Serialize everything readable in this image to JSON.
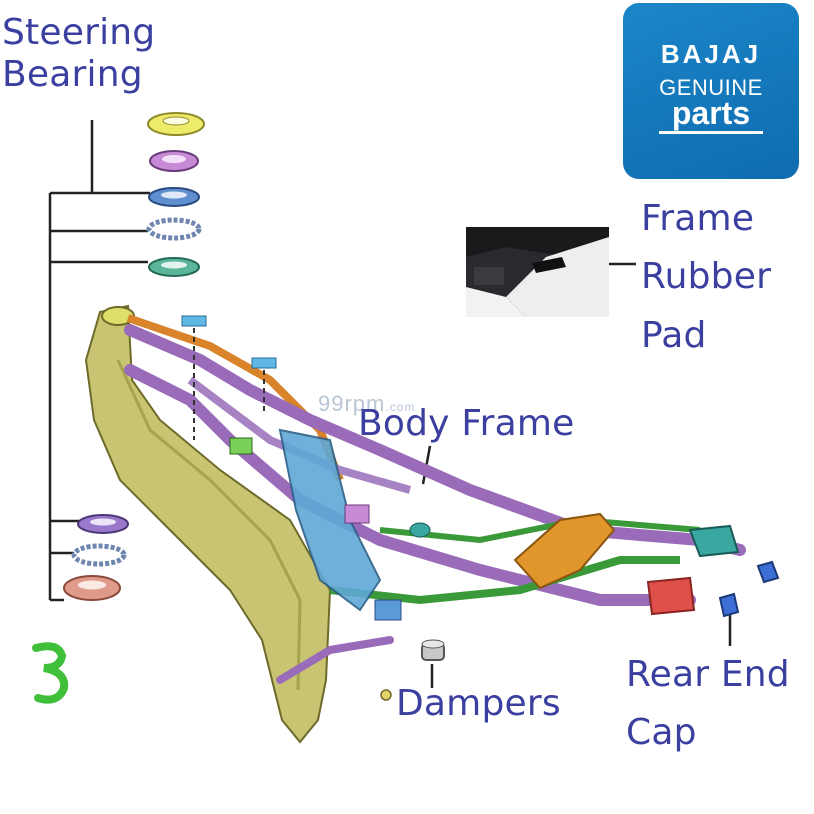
{
  "labels": {
    "steering_line1": "Steering",
    "steering_line2": "Bearing",
    "frame_pad_line1": "Frame",
    "frame_pad_line2": "Rubber",
    "frame_pad_line3": "Pad",
    "body_frame": "Body Frame",
    "dampers": "Dampers",
    "rear_line1": "Rear End",
    "rear_line2": "Cap"
  },
  "logo": {
    "brand": "BAJAJ",
    "line2": "GENUINE",
    "line3": "parts"
  },
  "watermark": {
    "main": "99rpm",
    "suffix": ".com"
  },
  "colors": {
    "label_text": "#3b3fa0",
    "logo_bg": "#1479bd",
    "frame_main": "#c8c472",
    "frame_tubes": "#9a6bb8",
    "frame_cross": "#3a9a3a",
    "accent_orange": "#e0962a",
    "accent_red": "#e0504a"
  }
}
